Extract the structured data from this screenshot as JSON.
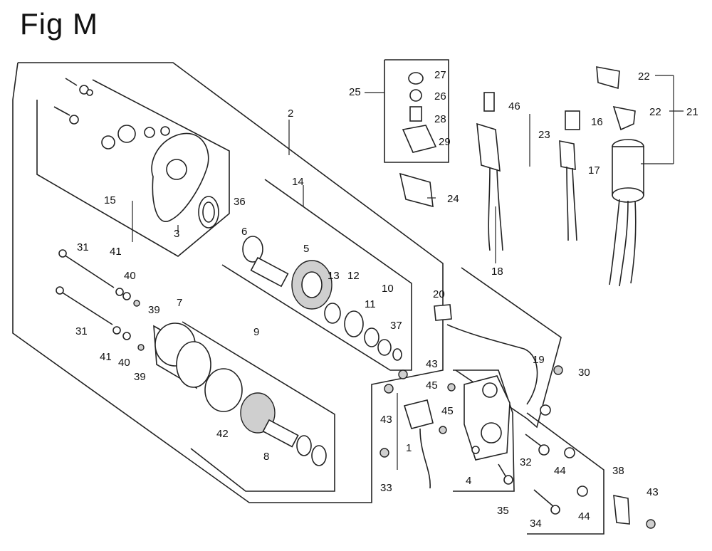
{
  "figure": {
    "title": "Fig M",
    "callouts": [
      "1",
      "2",
      "3",
      "4",
      "5",
      "6",
      "7",
      "8",
      "9",
      "10",
      "11",
      "12",
      "13",
      "14",
      "15",
      "16",
      "17",
      "18",
      "19",
      "20",
      "21",
      "22",
      "22",
      "23",
      "24",
      "25",
      "26",
      "27",
      "28",
      "29",
      "30",
      "31",
      "31",
      "32",
      "33",
      "34",
      "35",
      "36",
      "37",
      "38",
      "39",
      "39",
      "40",
      "40",
      "41",
      "41",
      "42",
      "43",
      "43",
      "43",
      "43",
      "44",
      "44",
      "45",
      "45",
      "46"
    ]
  }
}
